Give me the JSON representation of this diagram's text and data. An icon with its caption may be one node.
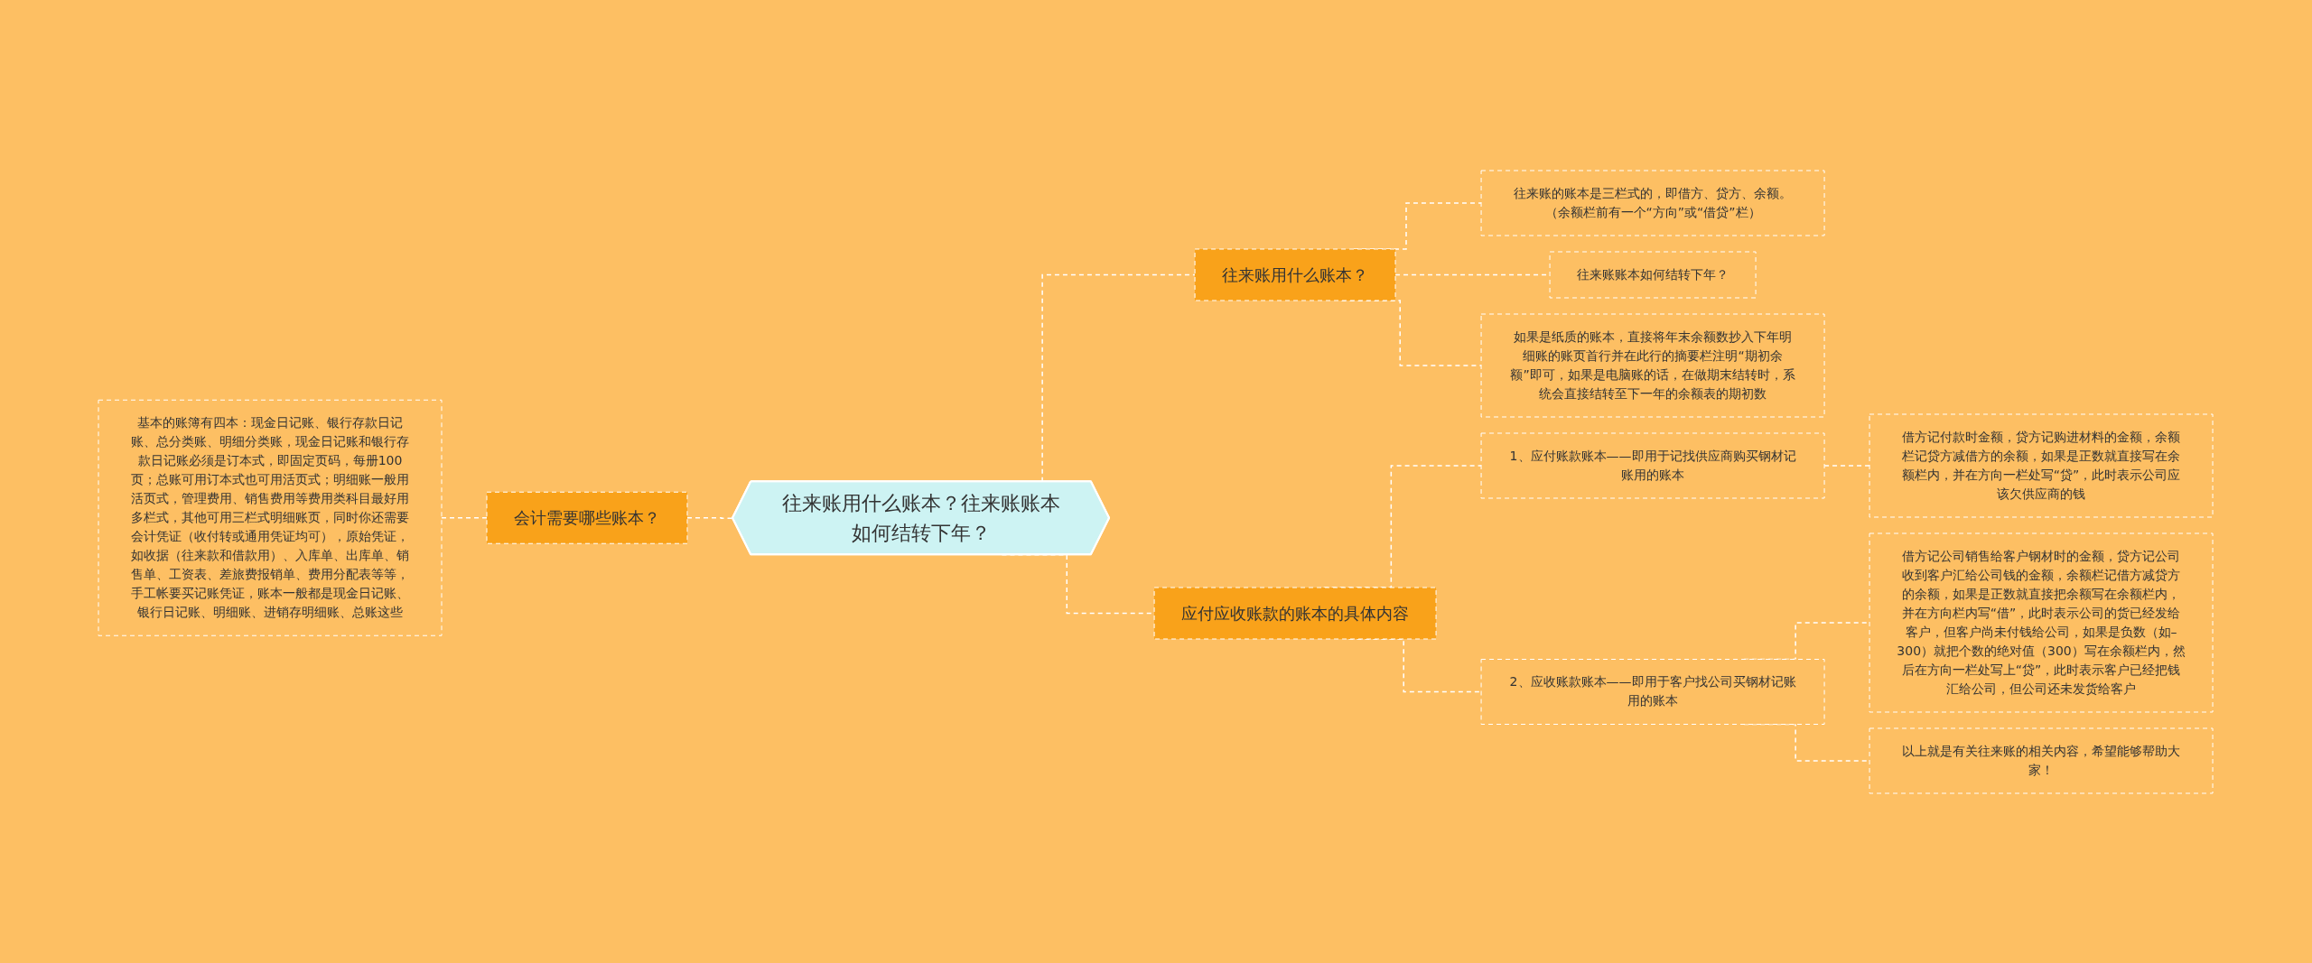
{
  "diagram": {
    "nodes": [
      {
        "text": [
          "往来账用什么账本？往来账账本如何结转下年？"
        ]
      },
      {
        "text": [
          "会计需要哪些账本？"
        ]
      },
      {
        "text": [
          "基本的账簿有四本：现金日记账、银行存款日记账、总分类账、明细分类账，现金日记账和银行存款日记账必须是订本式，即固定页码，每册100页；总账可用订本式也可用活页式；明细账一般用活页式，管理费用、销售费用等费用类科目最好用多栏式，其他可用三栏式明细账页，同时你还需要会计凭证（收付转或通用凭证均可），原始凭证，如收据（往来款和借款用）、入库单、出库单、销售单、工资表、差旅费报销单、费用分配表等等，手工帐要买记账凭证，账本一般都是现金日记账、银行日记账、明细账、进销存明细账、总账这些"
        ]
      },
      {
        "text": [
          "往来账用什么账本？"
        ]
      },
      {
        "text": [
          "往来账的账本是三栏式的，即借方、贷方、余额。（余额栏前有一个“方向”或“借贷”栏）"
        ]
      },
      {
        "text": [
          "往来账账本如何结转下年？"
        ]
      },
      {
        "text": [
          "如果是纸质的账本，直接将年末余额数抄入下年明细账的账页首行并在此行的摘要栏注明“期初余额”即可，如果是电脑账的话，在做期末结转时，系统会直接结转至下一年的余额表的期初数"
        ]
      },
      {
        "text": [
          "应付应收账款的账本的具体内容"
        ]
      },
      {
        "text": [
          "1、应付账款账本——即用于记找供应商购买钢材记账用的账本"
        ]
      },
      {
        "text": [
          "借方记付款时金额，贷方记购进材料的金额，余额栏记贷方减借方的余额，如果是正数就直接写在余额栏内，并在方向一栏处写“贷”，此时表示公司应该欠供应商的钱"
        ]
      },
      {
        "text": [
          "2、应收账款账本——即用于客户找公司买钢材记账用的账本"
        ]
      },
      {
        "text": [
          "借方记公司销售给客户钢材时的金额，贷方记公司收到客户汇给公司钱的金额，余额栏记借方减贷方的余额，如果是正数就直接把余额写在余额栏内，并在方向栏内写“借”，此时表示公司的货已经发给客户，但客户尚未付钱给公司，如果是负数（如–300）就把个数的绝对值（300）写在余额栏内，然后在方向一栏处写上“贷”，此时表示客户已经把钱汇给公司，但公司还未发货给客户"
        ]
      },
      {
        "text": [
          "以上就是有关往来账的相关内容，希望能够帮助大家！"
        ]
      }
    ],
    "edges": [
      {
        "from": 1,
        "to": 0,
        "arrow": "none",
        "style": "dashed"
      },
      {
        "from": 2,
        "to": 1,
        "arrow": "none",
        "style": "dashed"
      },
      {
        "from": 0,
        "to": 3,
        "arrow": "none",
        "style": "dashed"
      },
      {
        "from": 3,
        "to": 4,
        "arrow": "none",
        "style": "dashed"
      },
      {
        "from": 3,
        "to": 5,
        "arrow": "none",
        "style": "dashed"
      },
      {
        "from": 3,
        "to": 6,
        "arrow": "none",
        "style": "dashed"
      },
      {
        "from": 0,
        "to": 7,
        "arrow": "none",
        "style": "dashed"
      },
      {
        "from": 7,
        "to": 8,
        "arrow": "none",
        "style": "dashed"
      },
      {
        "from": 8,
        "to": 9,
        "arrow": "none",
        "style": "dashed"
      },
      {
        "from": 7,
        "to": 10,
        "arrow": "none",
        "style": "dashed"
      },
      {
        "from": 10,
        "to": 11,
        "arrow": "none",
        "style": "dashed"
      },
      {
        "from": 10,
        "to": 12,
        "arrow": "none",
        "style": "dashed"
      }
    ]
  }
}
